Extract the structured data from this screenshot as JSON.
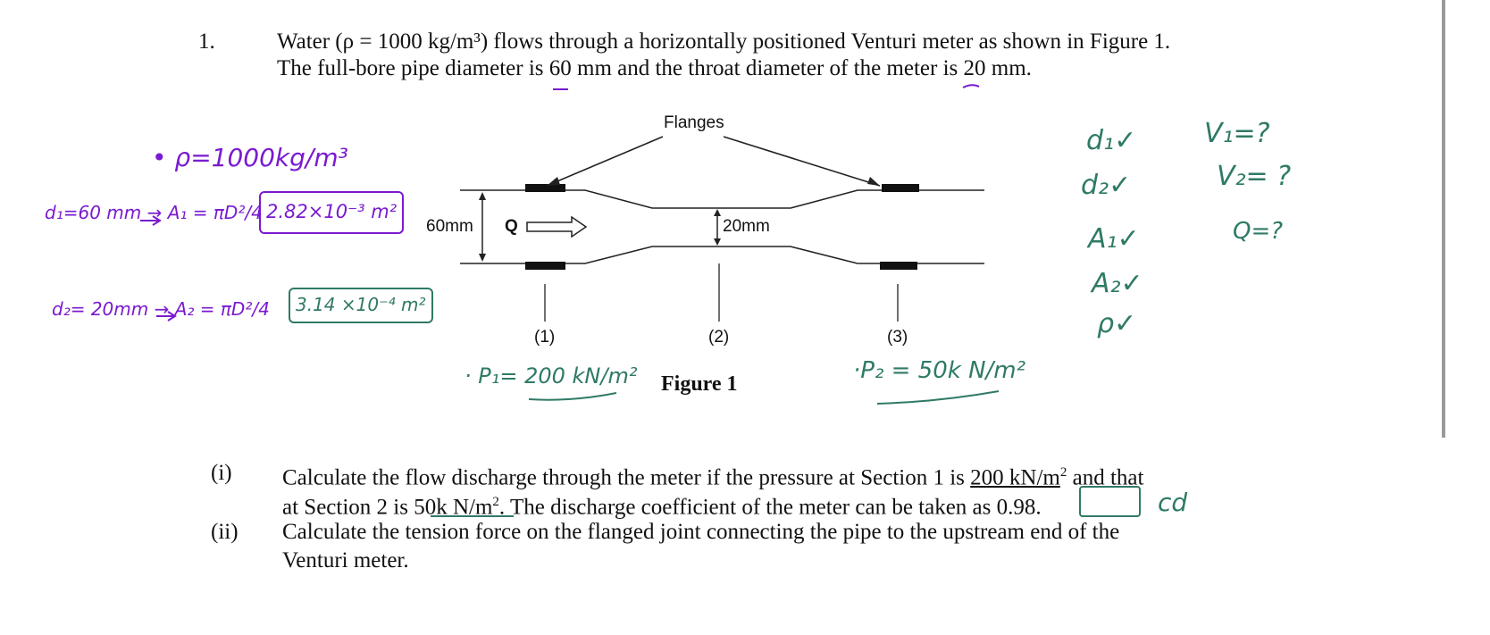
{
  "question": {
    "number": "1.",
    "line1": "Water (ρ = 1000 kg/m³) flows through a horizontally positioned Venturi meter as shown in Figure 1.",
    "line2": "The full-bore pipe diameter is 60 mm and the throat diameter of the meter is 20 mm."
  },
  "figure": {
    "flanges_label": "Flanges",
    "pipe_dia_label": "60mm",
    "flow_label": "Q",
    "throat_label": "20mm",
    "section1": "(1)",
    "section2": "(2)",
    "section3": "(3)",
    "caption": "Figure 1"
  },
  "parts": [
    {
      "label": "(i)",
      "line1_pre": "Calculate the flow discharge through the meter if the pressure at Section 1 is ",
      "line1_val": "200 kN/m",
      "line1_post": " and that",
      "line2_pre": "at Section 2 is ",
      "line2_val": "50k N/m",
      "line2_mid": ".  The discharge coefficient of the meter can be taken as ",
      "line2_cd": "0.98",
      "line2_end": "."
    },
    {
      "label": "(ii)",
      "line1": "Calculate the tension force on the flanged joint connecting the pipe to the upstream end of the",
      "line2": "Venturi meter."
    }
  ],
  "annotations": {
    "rho": "ρ=1000kg/m³",
    "d1_line": "d₁=60 mm → A₁ = πD²/4",
    "a1_value": "2.82×10⁻³ m²",
    "d2_line": "d₂= 20mm → A₂ = πD²/4",
    "a2_value": "3.14 ×10⁻⁴ m²",
    "p1": "P₁= 200 kN/m²",
    "p2": "P₂ = 50k N/m²",
    "cd": "cd",
    "checklist": [
      "d₁✓",
      "d₂✓",
      "A₁✓",
      "A₂✓",
      "ρ✓"
    ],
    "unknowns": [
      "V₁=?",
      "V₂= ?",
      "Q=?"
    ]
  }
}
